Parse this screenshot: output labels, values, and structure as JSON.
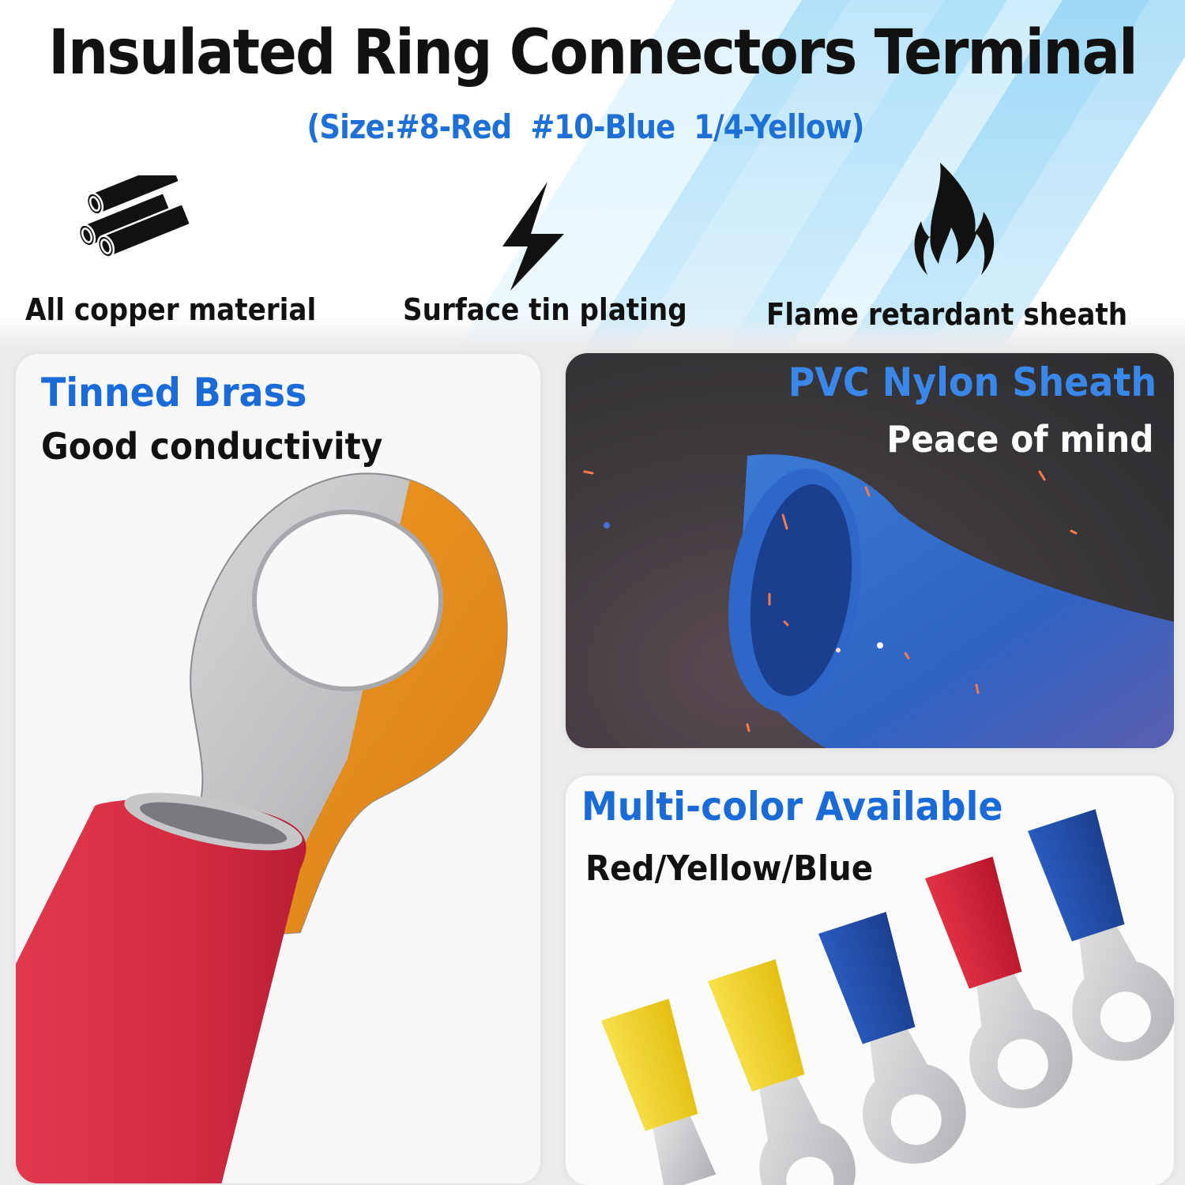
{
  "header": {
    "title": "Insulated Ring Connectors Terminal",
    "subtitle": "(Size:#8-Red  #10-Blue  1/4-Yellow)",
    "sizes": [
      {
        "size": "#8",
        "color_name": "Red"
      },
      {
        "size": "#10",
        "color_name": "Blue"
      },
      {
        "size": "1/4",
        "color_name": "Yellow"
      }
    ]
  },
  "features": [
    {
      "icon": "copper-tubes-icon",
      "label": "All copper material"
    },
    {
      "icon": "lightning-bolt-icon",
      "label": "Surface tin plating"
    },
    {
      "icon": "flame-icon",
      "label": "Flame retardant sheath"
    }
  ],
  "cards": {
    "tinned_brass": {
      "title": "Tinned Brass",
      "subtitle": "Good conductivity",
      "image": "red-ring-terminal-cutaway"
    },
    "pvc_sheath": {
      "title": "PVC Nylon Sheath",
      "subtitle": "Peace of mind",
      "image": "blue-sheath-with-sparks"
    },
    "multicolor": {
      "title": "Multi-color Available",
      "subtitle": "Red/Yellow/Blue",
      "image": "row-of-ring-terminals",
      "terminal_colors": [
        "yellow",
        "yellow",
        "blue",
        "red",
        "blue"
      ]
    }
  },
  "colors": {
    "accent_blue": "#1a6bd8",
    "title_black": "#111111",
    "terminal_red": "#d4263f",
    "terminal_blue": "#1f4fa8",
    "terminal_yellow": "#f2d21f",
    "copper_orange": "#e8901e",
    "tin_silver": "#c9c9cc"
  }
}
